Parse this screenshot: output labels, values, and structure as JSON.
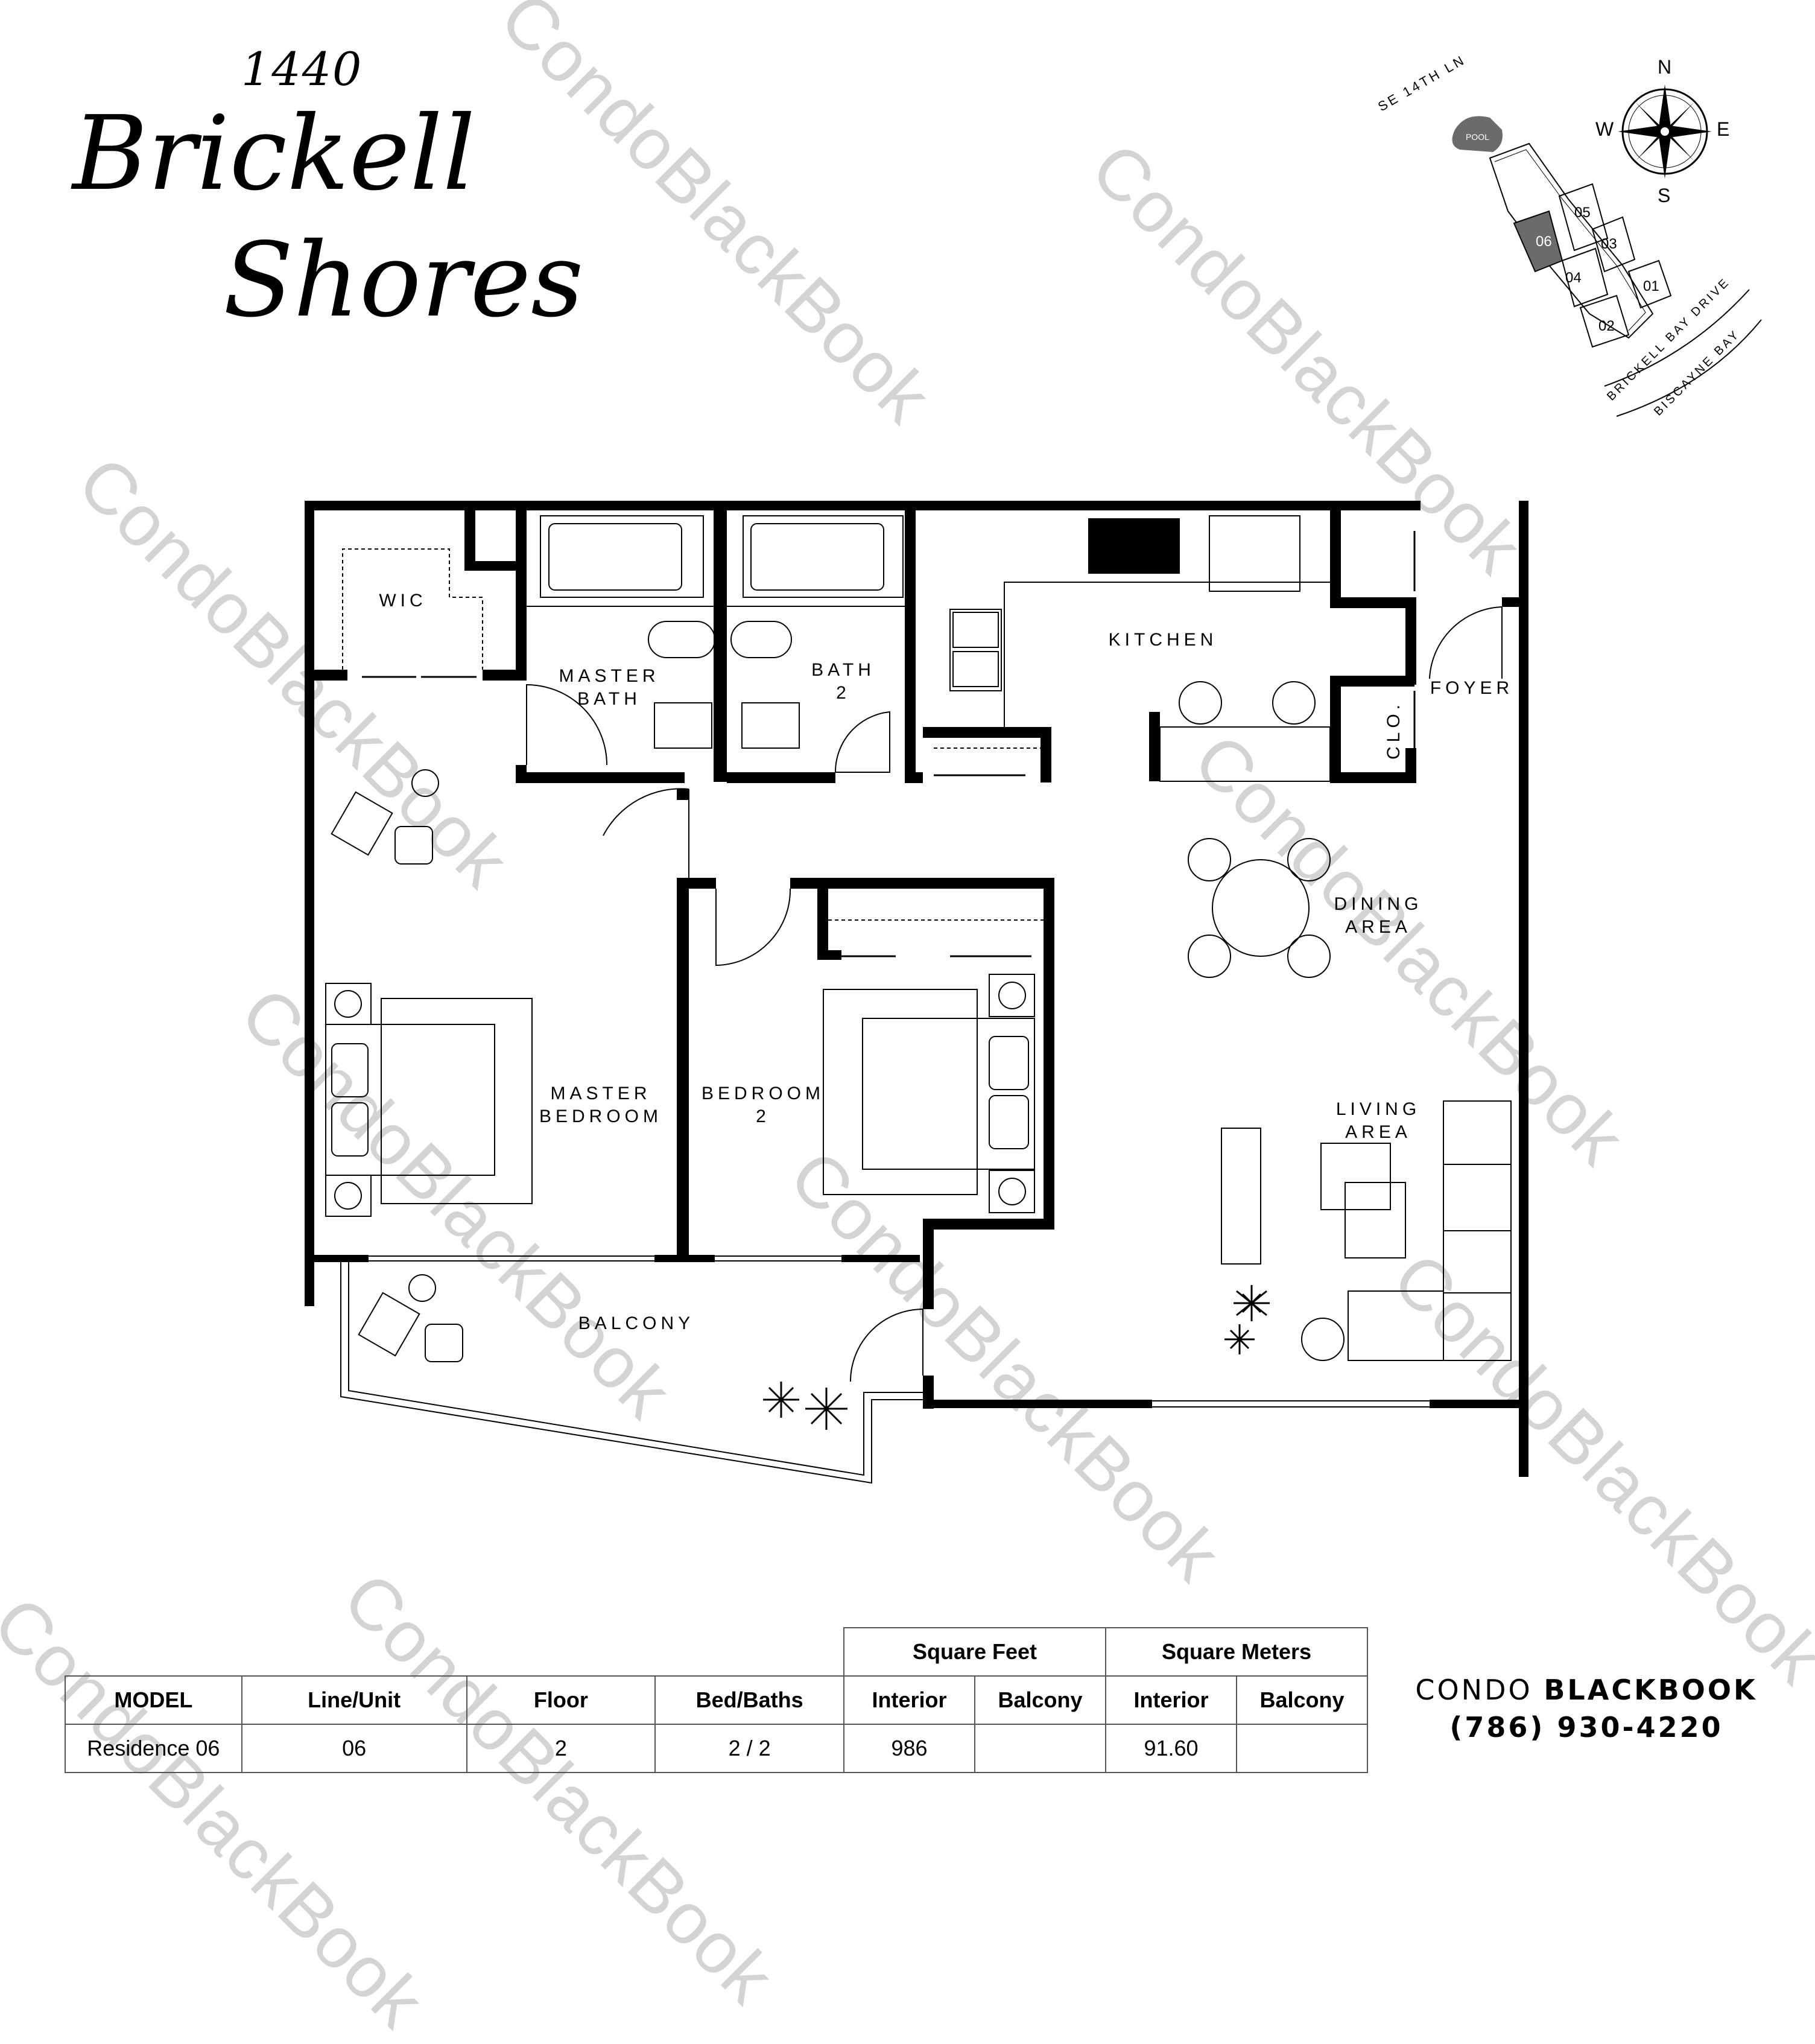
{
  "logo": {
    "number": "1440",
    "line1": "Brickell",
    "line2": "Shores"
  },
  "watermark": "CondoBlackBook",
  "rooms": {
    "wic": "WIC",
    "master_bath_1": "MASTER",
    "master_bath_2": "BATH",
    "bath2_1": "BATH",
    "bath2_2": "2",
    "kitchen": "KITCHEN",
    "foyer": "FOYER",
    "closet": "CLO.",
    "dining_1": "DINING",
    "dining_2": "AREA",
    "master_bedroom_1": "MASTER",
    "master_bedroom_2": "BEDROOM",
    "bedroom2_1": "BEDROOM",
    "bedroom2_2": "2",
    "living_1": "LIVING",
    "living_2": "AREA",
    "balcony": "BALCONY"
  },
  "site_map": {
    "street": "SE 14TH LN",
    "pool": "POOL",
    "drive": "BRICKELL BAY DRIVE",
    "bay": "BISCAYNE BAY",
    "units": [
      "05",
      "06",
      "03",
      "04",
      "01",
      "02"
    ],
    "highlighted_unit": "06",
    "compass": {
      "n": "N",
      "s": "S",
      "e": "E",
      "w": "W"
    }
  },
  "table": {
    "group_headers": {
      "sqft": "Square Feet",
      "sqm": "Square Meters"
    },
    "headers": [
      "MODEL",
      "Line/Unit",
      "Floor",
      "Bed/Baths",
      "Interior",
      "Balcony",
      "Interior",
      "Balcony"
    ],
    "row": [
      "Residence 06",
      "06",
      "2",
      "2 / 2",
      "986",
      "",
      "91.60",
      ""
    ]
  },
  "brand": {
    "name_light": "CONDO ",
    "name_bold": "BLACKBOOK",
    "phone": "(786) 930-4220"
  },
  "colors": {
    "wall": "#000000",
    "highlight_unit": "#6b6b6b",
    "watermark": "#d4d4d4"
  }
}
